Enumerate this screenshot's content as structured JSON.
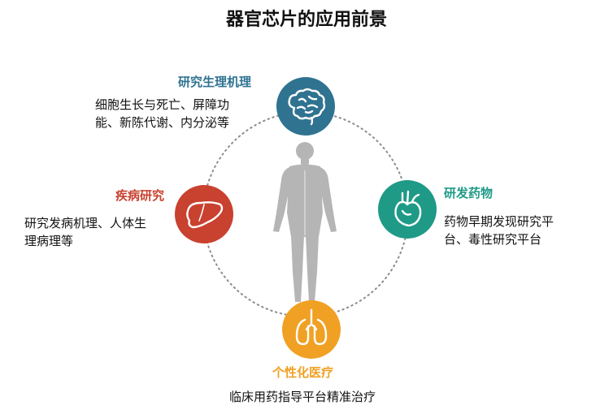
{
  "title": "器官芯片的应用前景",
  "colors": {
    "top": "#2f7391",
    "left": "#c9412f",
    "right": "#1f9a87",
    "bottom": "#f0a124",
    "body": "#b5b5b5",
    "ring": "#8c8c8c"
  },
  "nodes": {
    "top": {
      "icon": "brain-icon",
      "label": "研究生理机理",
      "desc": [
        "细胞生长与死亡、屏障功",
        "能、新陈代谢、内分泌等"
      ]
    },
    "left": {
      "icon": "liver-icon",
      "label": "疾病研究",
      "desc": [
        "研究发病机理、人体生",
        "理病理等"
      ]
    },
    "right": {
      "icon": "heart-icon",
      "label": "研发药物",
      "desc": [
        "药物早期发现研究平",
        "台、毒性研究平台"
      ]
    },
    "bottom": {
      "icon": "lungs-icon",
      "label": "个性化医疗",
      "desc": [
        "临床用药指导平台精准治疗"
      ]
    }
  }
}
